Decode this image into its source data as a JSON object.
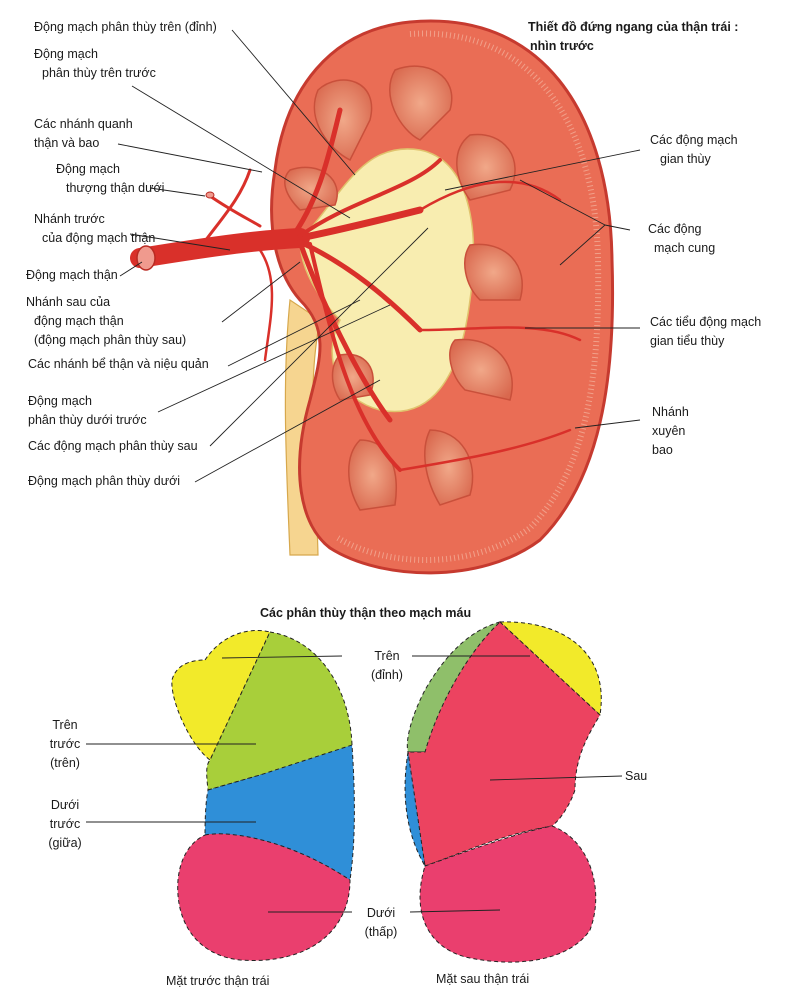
{
  "top_figure": {
    "title_line1": "Thiết đồ đứng ngang của thận trái :",
    "title_line2": "nhìn trước",
    "left_labels": [
      [
        "Động mạch phân thùy trên (đỉnh)"
      ],
      [
        "Động mạch",
        "phân thùy trên trước"
      ],
      [
        "Các nhánh quanh",
        "thận và bao"
      ],
      [
        "Động mạch",
        "thượng thận dưới"
      ],
      [
        "Nhánh trước",
        "của động mạch thận"
      ],
      [
        "Động mạch thận"
      ],
      [
        "Nhánh sau của",
        "động mạch thận",
        "(động mạch phân thùy sau)"
      ],
      [
        "Các nhánh bể thận và niệu quản"
      ],
      [
        "Động mạch",
        "phân thùy dưới trước"
      ],
      [
        "Các động mạch phân thùy sau"
      ],
      [
        "Động mạch phân thùy dưới"
      ]
    ],
    "right_labels": [
      [
        "Các động mạch",
        "gian thùy"
      ],
      [
        "Các động",
        "mạch cung"
      ],
      [
        "Các tiểu động mạch",
        "gian tiểu thùy"
      ],
      [
        "Nhánh",
        "xuyên",
        "bao"
      ]
    ]
  },
  "bottom_figure": {
    "title": "Các phân thùy thận theo mạch máu",
    "segment_labels": {
      "upper_apex": [
        "Trên",
        "(đỉnh)"
      ],
      "anterior_superior": [
        "Trên",
        "trước",
        "(trên)"
      ],
      "anterior_inferior": [
        "Dưới",
        "trước",
        "(giữa)"
      ],
      "posterior": [
        "Sau"
      ],
      "inferior": [
        "Dưới",
        "(thấp)"
      ]
    },
    "caption_front": "Mặt trước thận trái",
    "caption_back": "Mặt sau thận trái",
    "colors": {
      "apex": "#f2ea2a",
      "anterior_superior": "#a8cf3a",
      "anterior_inferior": "#2f8fd8",
      "posterior": "#ec4360",
      "inferior": "#ea3f6e",
      "artery": "#d9302a",
      "cortex": "#e8664c",
      "pelvis": "#f8edb0"
    }
  }
}
